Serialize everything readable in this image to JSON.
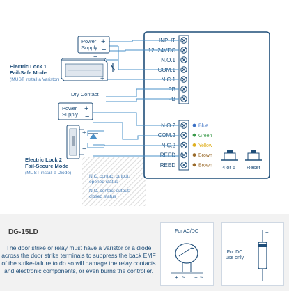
{
  "power_supply_1": {
    "label_line1": "Power",
    "label_line2": "Supply",
    "plus": "+",
    "minus": "−"
  },
  "power_supply_2": {
    "label_line1": "Power",
    "label_line2": "Supply",
    "plus": "+",
    "minus": "−"
  },
  "lock1": {
    "title_line1": "Electric Lock 1",
    "title_line2": "Fail-Safe Mode",
    "note": "(MUST install a Varistor)"
  },
  "lock2": {
    "title_line1": "Electric Lock 2",
    "title_line2": "Fail-Secure Mode",
    "note": "(MUST install a Diode)"
  },
  "dry_contact": "Dry Contact",
  "signs": {
    "plus": "+",
    "minus": "−"
  },
  "terminals_top": [
    "INPUT",
    "12~24VDC",
    "N.O.1",
    "COM.1",
    "N.C.1",
    "PB",
    "PB"
  ],
  "terminals_bottom": [
    {
      "label": "N.O.2",
      "wire": "Blue",
      "color": "#3a6fc4"
    },
    {
      "label": "COM.2",
      "wire": "Green",
      "color": "#3a9a4a"
    },
    {
      "label": "N.C.2",
      "wire": "Yellow",
      "color": "#e0b020"
    },
    {
      "label": "REED",
      "wire": "Brown",
      "color": "#9a6a2a"
    },
    {
      "label": "REED",
      "wire": "Brown",
      "color": "#9a6a2a"
    }
  ],
  "buttons": {
    "left_label": "4 or 5",
    "right_label": "Reset"
  },
  "contact_notes": {
    "opened_line1": "N.C. contact output:",
    "opened_line2": "opened status",
    "closed_line1": "N.O. contact output:",
    "closed_line2": "closed status"
  },
  "bottom": {
    "model": "DG-15LD",
    "description": "The door strike or relay must have a varistor or a diode across the door strike terminals to suppress the back EMF of the strike-failure to do so will damage the relay contacts and electronic components, or even burns the controller.",
    "acdc_card": {
      "title": "For AC/DC",
      "plus": "+",
      "minus": "−",
      "ac": "~"
    },
    "dc_card": {
      "title_line1": "For DC",
      "title_line2": "use only",
      "plus": "+",
      "minus": "−"
    }
  },
  "colors": {
    "line": "#1f4e79",
    "wire": "#4a90c8",
    "hatch": "#e6e6e6"
  }
}
